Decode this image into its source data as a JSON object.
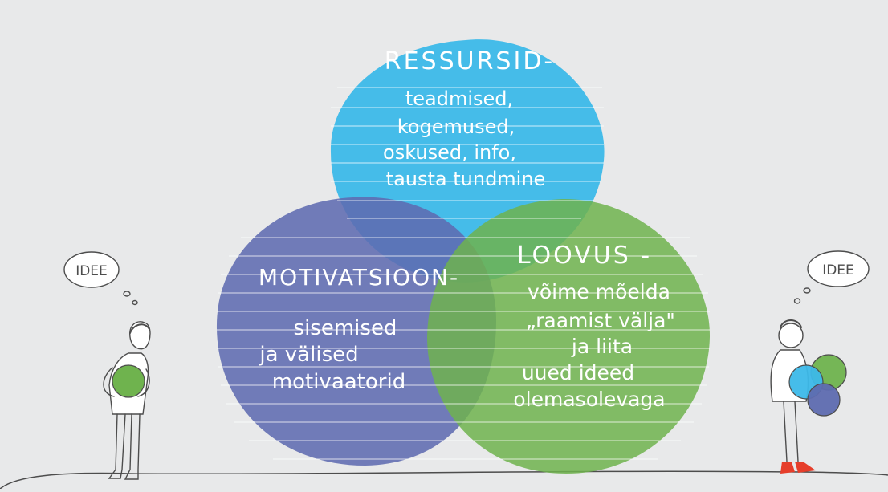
{
  "colors": {
    "background": "#e8e9ea",
    "resources": "#3cb9e9",
    "motivation": "#5e6bb0",
    "creativity": "#6fb34e",
    "ink": "#ffffff",
    "line": "#4d4d4d",
    "shoe": "#e63e2b"
  },
  "circles": {
    "resources": {
      "title": "RESSURSID-",
      "lines": [
        "teadmised,",
        "kogemused,",
        "oskused, info,",
        "tausta tundmine"
      ]
    },
    "motivation": {
      "title": "MOTIVATSIOON-",
      "lines": [
        "sisemised",
        "ja välised",
        "motivaatorid"
      ]
    },
    "creativity": {
      "title": "LOOVUS -",
      "lines": [
        "võime mõelda",
        "„raamist välja\"",
        "ja liita",
        "uued ideed",
        "olemasolevaga"
      ]
    }
  },
  "figures": {
    "left": {
      "thought": "IDEE"
    },
    "right": {
      "thought": "IDEE"
    }
  }
}
